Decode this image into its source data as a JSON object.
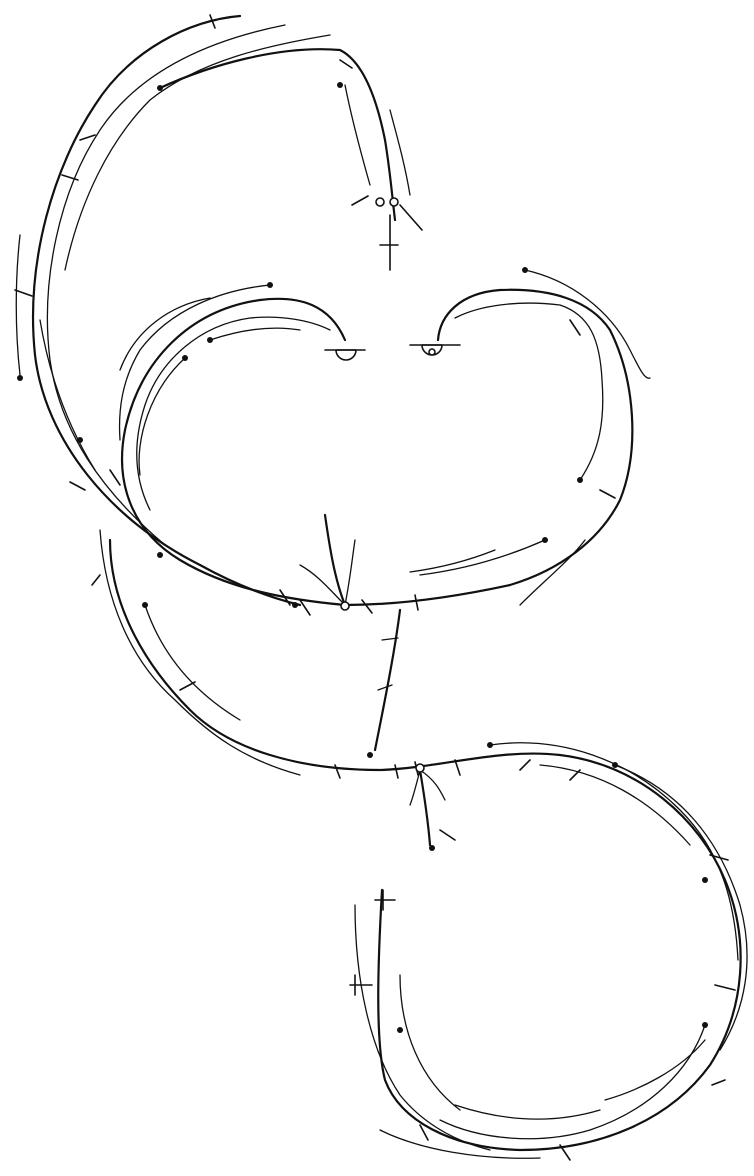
{
  "figure": {
    "ink": "#111111",
    "paper": "#ffffff",
    "description_items": [
      "upper-loop",
      "middle-heart-loop",
      "lower-loop",
      "central-stem",
      "bottom-branch"
    ]
  }
}
